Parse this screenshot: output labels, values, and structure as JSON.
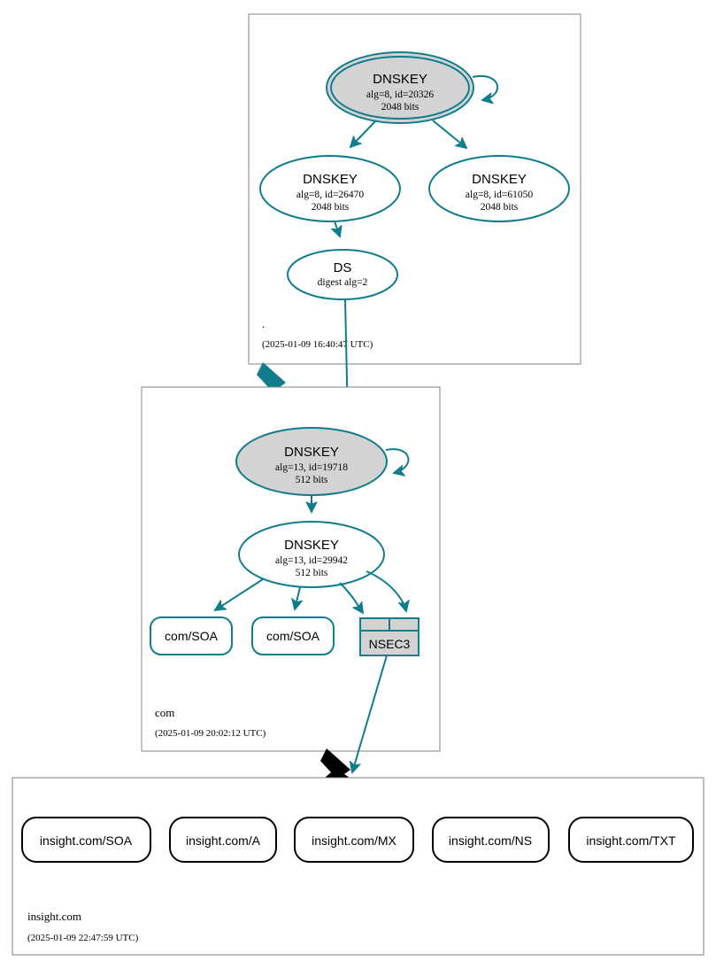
{
  "diagram": {
    "kind": "dnssec-authentication-chain",
    "colors": {
      "secure": "#107c8c",
      "insecure": "#000000",
      "key_fill": "#d3d3d3",
      "zone_border": "#808080",
      "background": "#ffffff"
    },
    "zones": [
      {
        "id": "root",
        "name": ".",
        "timestamp": "(2025-01-09 16:40:47 UTC)",
        "nodes": [
          {
            "id": "root-ksk-20326",
            "type": "DNSKEY",
            "title": "DNSKEY",
            "line2": "alg=8, id=20326",
            "line3": "2048 bits",
            "role": "ksk",
            "shape": "doubleellipse",
            "fill": "#d3d3d3",
            "self_signed": true
          },
          {
            "id": "root-zsk-26470",
            "type": "DNSKEY",
            "title": "DNSKEY",
            "line2": "alg=8, id=26470",
            "line3": "2048 bits",
            "role": "zsk",
            "shape": "ellipse",
            "fill": "#ffffff",
            "self_signed": false
          },
          {
            "id": "root-zsk-61050",
            "type": "DNSKEY",
            "title": "DNSKEY",
            "line2": "alg=8, id=61050",
            "line3": "2048 bits",
            "role": "zsk",
            "shape": "ellipse",
            "fill": "#ffffff",
            "self_signed": false
          },
          {
            "id": "root-ds",
            "type": "DS",
            "title": "DS",
            "line2": "digest alg=2",
            "line3": "",
            "role": "ds",
            "shape": "ellipse",
            "fill": "#ffffff",
            "self_signed": false
          }
        ]
      },
      {
        "id": "com",
        "name": "com",
        "timestamp": "(2025-01-09 20:02:12 UTC)",
        "nodes": [
          {
            "id": "com-ksk-19718",
            "type": "DNSKEY",
            "title": "DNSKEY",
            "line2": "alg=13, id=19718",
            "line3": "512 bits",
            "role": "ksk",
            "shape": "ellipse",
            "fill": "#d3d3d3",
            "self_signed": true
          },
          {
            "id": "com-zsk-29942",
            "type": "DNSKEY",
            "title": "DNSKEY",
            "line2": "alg=13, id=29942",
            "line3": "512 bits",
            "role": "zsk",
            "shape": "ellipse",
            "fill": "#ffffff",
            "self_signed": false
          },
          {
            "id": "com-soa-1",
            "type": "RRset",
            "title": "com/SOA",
            "role": "rrset",
            "shape": "roundedbox",
            "status": "secure"
          },
          {
            "id": "com-soa-2",
            "type": "RRset",
            "title": "com/SOA",
            "role": "rrset",
            "shape": "roundedbox",
            "status": "secure"
          },
          {
            "id": "com-nsec3",
            "type": "NSEC3",
            "title": "NSEC3",
            "role": "nsec",
            "shape": "table",
            "status": "secure"
          }
        ]
      },
      {
        "id": "insight.com",
        "name": "insight.com",
        "timestamp": "(2025-01-09 22:47:59 UTC)",
        "nodes": [
          {
            "id": "ins-soa",
            "type": "RRset",
            "title": "insight.com/SOA",
            "role": "rrset",
            "shape": "roundedbox",
            "status": "insecure"
          },
          {
            "id": "ins-a",
            "type": "RRset",
            "title": "insight.com/A",
            "role": "rrset",
            "shape": "roundedbox",
            "status": "insecure"
          },
          {
            "id": "ins-mx",
            "type": "RRset",
            "title": "insight.com/MX",
            "role": "rrset",
            "shape": "roundedbox",
            "status": "insecure"
          },
          {
            "id": "ins-ns",
            "type": "RRset",
            "title": "insight.com/NS",
            "role": "rrset",
            "shape": "roundedbox",
            "status": "insecure"
          },
          {
            "id": "ins-txt",
            "type": "RRset",
            "title": "insight.com/TXT",
            "role": "rrset",
            "shape": "roundedbox",
            "status": "insecure"
          }
        ]
      }
    ],
    "edges": [
      {
        "from": "root-ksk-20326",
        "to": "root-ksk-20326",
        "kind": "self-sign",
        "status": "secure"
      },
      {
        "from": "root-ksk-20326",
        "to": "root-zsk-26470",
        "kind": "sign",
        "status": "secure"
      },
      {
        "from": "root-ksk-20326",
        "to": "root-zsk-61050",
        "kind": "sign",
        "status": "secure"
      },
      {
        "from": "root-zsk-26470",
        "to": "root-ds",
        "kind": "sign",
        "status": "secure"
      },
      {
        "from": "root-ds",
        "to": "com-ksk-19718",
        "kind": "ds-link",
        "status": "secure"
      },
      {
        "from": "root",
        "to": "com",
        "kind": "delegation",
        "status": "secure"
      },
      {
        "from": "com-ksk-19718",
        "to": "com-ksk-19718",
        "kind": "self-sign",
        "status": "secure"
      },
      {
        "from": "com-ksk-19718",
        "to": "com-zsk-29942",
        "kind": "sign",
        "status": "secure"
      },
      {
        "from": "com-zsk-29942",
        "to": "com-soa-1",
        "kind": "sign",
        "status": "secure"
      },
      {
        "from": "com-zsk-29942",
        "to": "com-soa-2",
        "kind": "sign",
        "status": "secure"
      },
      {
        "from": "com-zsk-29942",
        "to": "com-nsec3",
        "kind": "sign",
        "status": "secure"
      },
      {
        "from": "com-zsk-29942",
        "to": "com-nsec3",
        "kind": "sign",
        "status": "secure"
      },
      {
        "from": "com-nsec3",
        "to": "insight.com",
        "kind": "proof-of-nonexistence",
        "status": "secure"
      },
      {
        "from": "com",
        "to": "insight.com",
        "kind": "delegation",
        "status": "insecure"
      }
    ]
  }
}
